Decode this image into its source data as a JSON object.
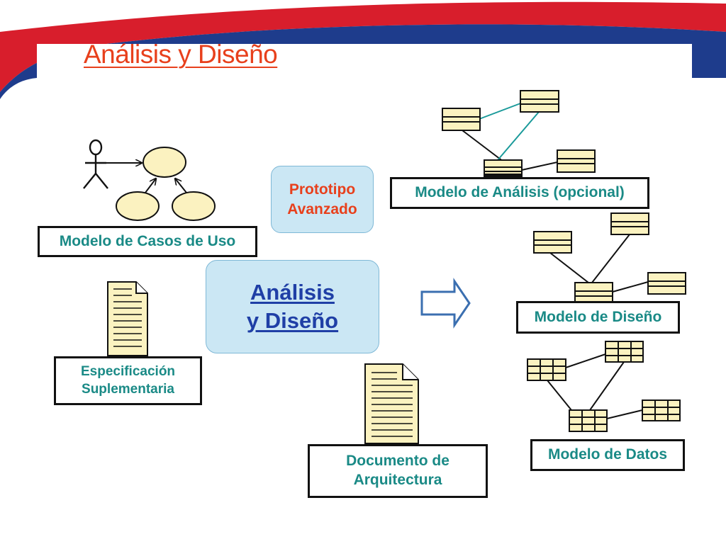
{
  "title": "Análisis y Diseño",
  "center_box": {
    "line1": "Análisis",
    "line2": "y Diseño"
  },
  "prototype_box": {
    "line1": "Prototipo",
    "line2": "Avanzado"
  },
  "artifacts": {
    "use_case_model": "Modelo de Casos de Uso",
    "supplementary_spec": {
      "line1": "Especificación",
      "line2": "Suplementaria"
    },
    "architecture_document": {
      "line1": "Documento de",
      "line2": "Arquitectura"
    },
    "analysis_model": "Modelo de Análisis (opcional)",
    "design_model": "Modelo de Diseño",
    "data_model": "Modelo de Datos"
  },
  "colors": {
    "title": "#e8401c",
    "label_text": "#1a8a86",
    "center_text": "#1f3fa6",
    "box_fill": "#cbe7f4",
    "class_fill": "#fbf2c0",
    "connector_teal": "#1a9a9a",
    "arrow_blue": "#3b6fb0",
    "banner_red": "#d81e2c",
    "banner_blue": "#1e3c8c"
  },
  "icons": [
    "actor-icon",
    "use-case-icon",
    "document-icon",
    "class-icon",
    "table-icon",
    "right-arrow-icon"
  ]
}
